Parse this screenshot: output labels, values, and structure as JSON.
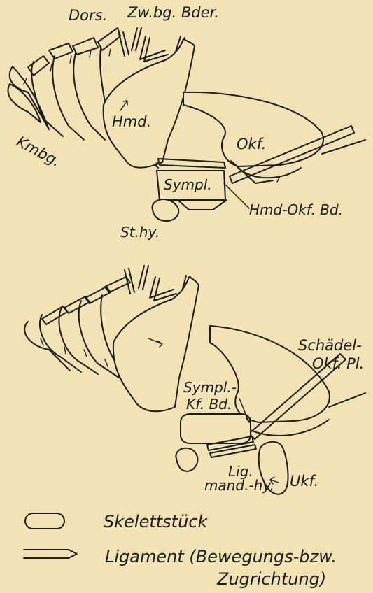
{
  "top_labels": {
    "dors": "Dors.",
    "zw_bg_bder": "Zw.bg. Bder.",
    "kmbg": "Kmbg.",
    "hmd": "Hmd.",
    "okf": "Okf.",
    "sympl": "Sympl.",
    "hmd_okf_bd": "Hmd-Okf. Bd.",
    "st_hy": "St.hy."
  },
  "bottom_labels": {
    "schaedel_1": "Schädel-",
    "schaedel_2": "Okf. Pl.",
    "sympl_kf_1": "Sympl.-",
    "sympl_kf_2": "Kf. Bd.",
    "lig_1": "Lig.",
    "lig_2": "mand.-hy.",
    "ukf": "Ukf."
  },
  "legend": {
    "skelett": "Skelettstück",
    "ligament_1": "Ligament (Bewegungs-bzw.",
    "ligament_2": "Zugrichtung)"
  },
  "colors": {
    "background": "#f1e3b4",
    "ink": "#1b1a17"
  }
}
